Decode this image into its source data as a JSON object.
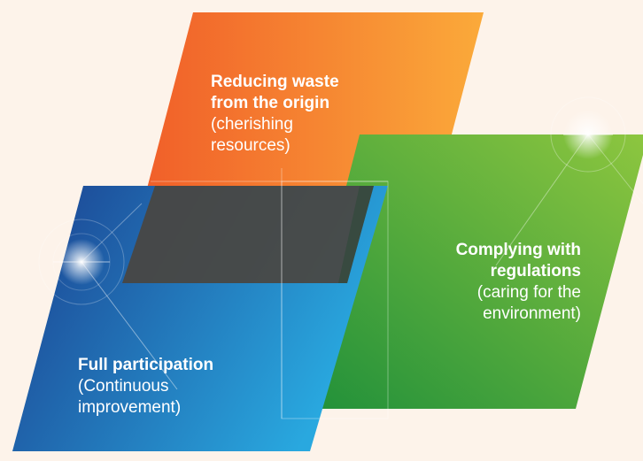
{
  "diagram": {
    "panels": [
      {
        "id": "orange",
        "title_lines": [
          "Reducing waste",
          "from the origin"
        ],
        "subtitle_lines": [
          "(cherishing",
          "resources)"
        ],
        "color_from": "#f05a28",
        "color_to": "#fbaa3a"
      },
      {
        "id": "green",
        "title_lines": [
          "Complying with",
          "regulations"
        ],
        "subtitle_lines": [
          "(caring for the",
          "environment)"
        ],
        "color_from": "#1e8f3a",
        "color_to": "#8dc63f"
      },
      {
        "id": "blue",
        "title_lines": [
          "Full participation"
        ],
        "subtitle_lines": [
          "(Continuous",
          "improvement)"
        ],
        "color_from": "#1b3f8f",
        "color_to": "#29a8df"
      }
    ],
    "overlap_color": "#4a4540",
    "background_color": "#fdf3ea"
  }
}
